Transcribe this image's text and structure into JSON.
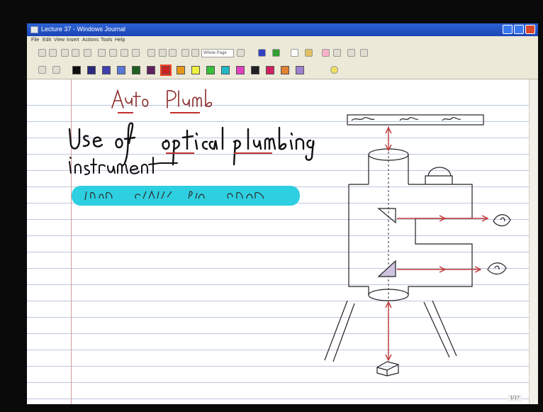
{
  "window": {
    "title": "Lecture 37 - Windows Journal"
  },
  "menu": [
    "File",
    "Edit",
    "View",
    "Insert",
    "Actions",
    "Tools",
    "Help"
  ],
  "toolbar": {
    "zoom_value": "Whole Page"
  },
  "pen_colors": [
    "#101010",
    "#2a2a80",
    "#4040b0",
    "#5a78d8",
    "#20601e",
    "#602060",
    "#d02020",
    "#e89818",
    "#f0f040",
    "#38c038",
    "#20b8c8",
    "#e040c0",
    "#202020",
    "#d02060",
    "#e08030",
    "#a080d0"
  ],
  "pen_selected_index": 6,
  "highlight_color": "#2ecfe0"
}
